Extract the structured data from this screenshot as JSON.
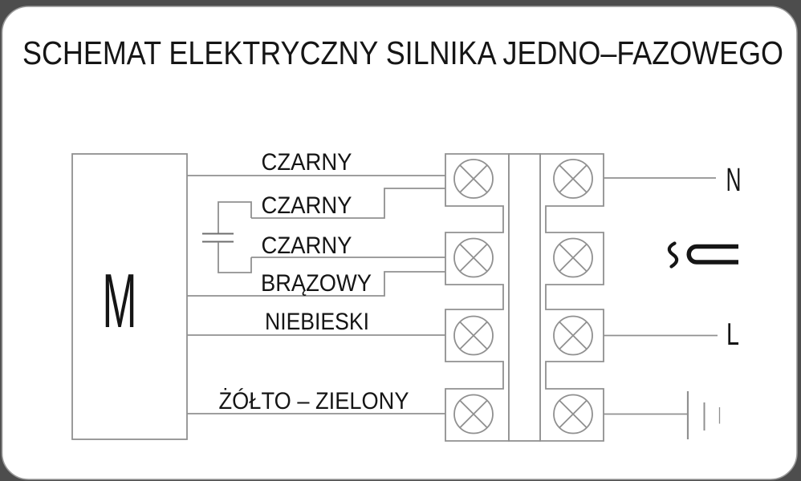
{
  "title": "SCHEMAT ELEKTRYCZNY SILNIKA JEDNO–FAZOWEGO",
  "motor": {
    "label": "M"
  },
  "wire_labels": [
    "CZARNY",
    "CZARNY",
    "CZARNY",
    "BRĄZOWY",
    "NIEBIESKI",
    "ŻÓŁTO – ZIELONY"
  ],
  "supply": {
    "neutral": "N",
    "line": "L"
  },
  "symbols": {
    "capacitor": "capacitor-symbol",
    "ac_voltage": "ac-voltage-u-tilde-symbol",
    "ground": "earth-ground-symbol",
    "terminal": "circle-x-terminal"
  },
  "terminal_block": {
    "rows": 4,
    "cols": 2
  },
  "colors": {
    "background": "#4d4d4d",
    "canvas": "#ffffff",
    "line": "#909090",
    "text": "#151515",
    "border": "#9a9a9a"
  }
}
